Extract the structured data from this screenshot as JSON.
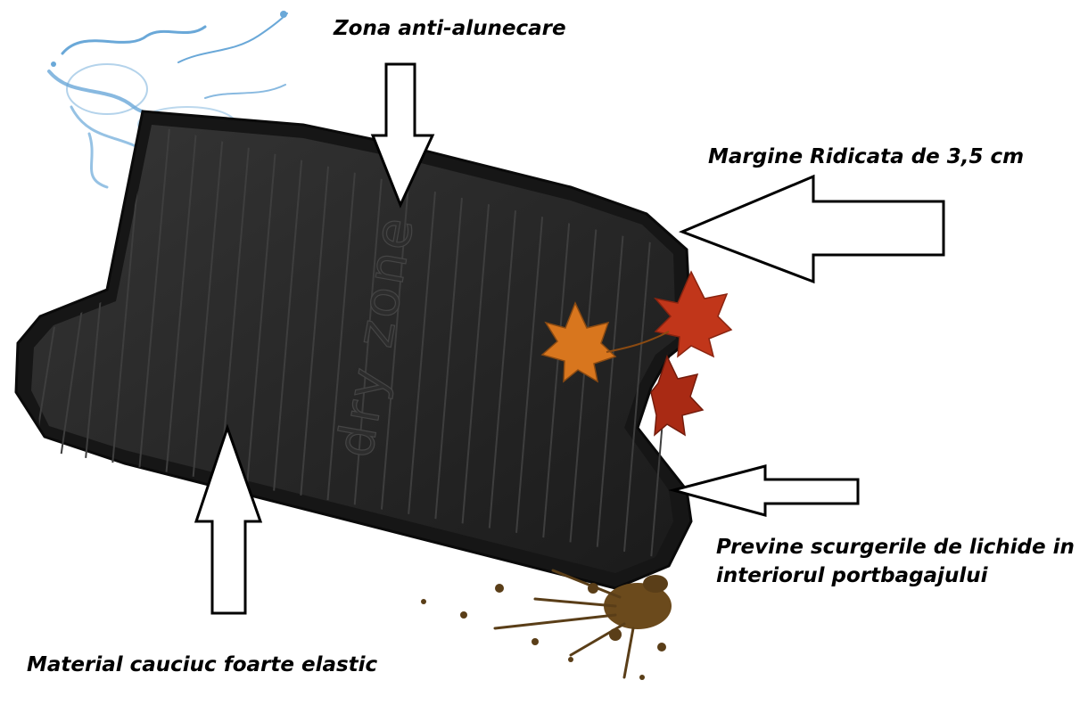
{
  "callouts": {
    "anti_slip": "Zona anti-alunecare",
    "raised_edge": "Margine Ridicata de 3,5 cm",
    "prevents_leaks_line1": "Previne scurgerile de lichide in",
    "prevents_leaks_line2": "interiorul portbagajului",
    "material": "Material cauciuc foarte elastic"
  },
  "product": {
    "brand_mark": "dry zone"
  },
  "colors": {
    "background": "#ffffff",
    "mat": "#262626",
    "arrow_outline": "#000000",
    "leaf_red": "#c1361a",
    "leaf_orange": "#d8761e",
    "water": "#6aa8d8",
    "mud": "#5a3e18"
  }
}
